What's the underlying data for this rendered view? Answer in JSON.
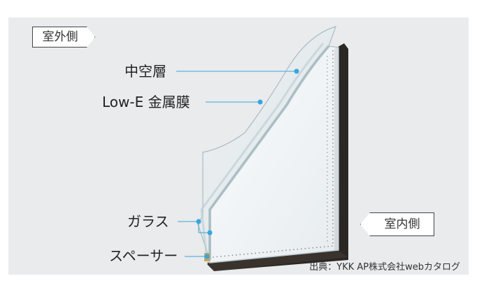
{
  "labels": {
    "outdoor": "室外側",
    "indoor": "室内側",
    "air_layer": "中空層",
    "low_e": "Low-E 金属膜",
    "glass": "ガラス",
    "spacer": "スペーサー"
  },
  "credit": "出典：YKK AP株式会社webカタログ",
  "colors": {
    "background": "#e9ebec",
    "leader_line": "#3ba4dc",
    "frame": "#2b2724",
    "spacer": "#c9a85a"
  }
}
